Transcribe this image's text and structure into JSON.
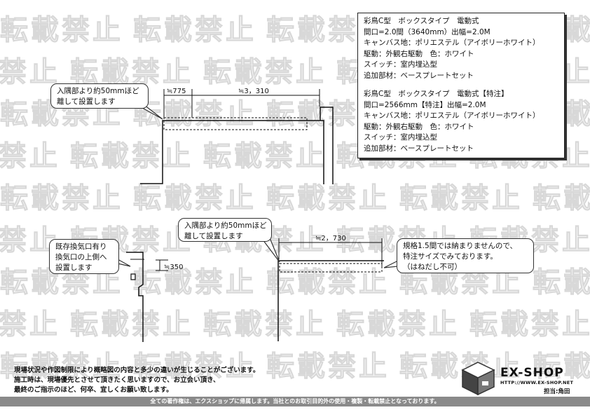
{
  "watermark_text": "転載禁止",
  "spec": {
    "lines_a": [
      "彩鳥C型　ボックスタイプ　電動式",
      "間口=2.0間（3640mm）出幅=2.0M",
      "キャンバス地：ポリエステル（アイボリーホワイト）",
      "駆動：外観右駆動　色：ホワイト",
      "スイッチ：室内埋込型",
      "追加部材：ベースプレートセット"
    ],
    "lines_b": [
      "彩鳥C型　ボックスタイプ　電動式【特注】",
      "間口=2566mm【特注】出幅=2.0M",
      "キャンバス地：ポリエステル（アイボリーホワイト）",
      "駆動：外観右駆動　色：ホワイト",
      "スイッチ：室内埋込型",
      "追加部材：ベースプレートセット"
    ]
  },
  "callouts": {
    "top_left": [
      "入隅部より約50mmほど",
      "離して設置します"
    ],
    "middle": [
      "入隅部より約50mmほど",
      "離して設置します"
    ],
    "vent": [
      "既存換気口有り",
      "換気口の上側へ",
      "設置します"
    ],
    "size_note": [
      "規格1.5間では納まりませんので、",
      "特注サイズでみております。",
      "（はねだし不可）"
    ]
  },
  "dimensions": {
    "top_left_gap": "≒775",
    "top_width": "≒3，310",
    "vent_height": "≒350",
    "middle_width": "≒2，730"
  },
  "notes": [
    "現場状況や作図制限により概略図の内容と多少の違いが生じることがございます。",
    "施工時は、現場優先とさせて頂きたく思いますので、お立会い頂き、",
    "最終のご指示のほど、何卒、宜しくお願い致します。"
  ],
  "footer": "全ての著作権は、エクスショップに帰属します。当社とのお取引目的外の使用・複製・転載禁止となっております。",
  "logo": {
    "name": "EX-SHOP",
    "url": "HTTP://WWW.EX-SHOP.NET",
    "staff": "担当:角田"
  }
}
